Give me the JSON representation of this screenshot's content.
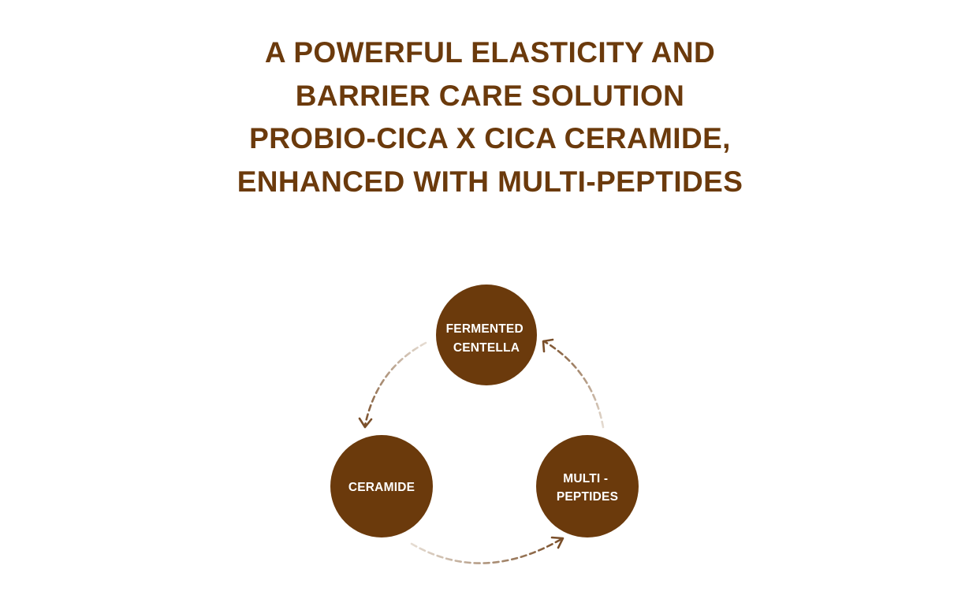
{
  "headline": {
    "lines": [
      "A POWERFUL ELASTICITY AND",
      "BARRIER CARE SOLUTION",
      "PROBIO-CICA X CICA CERAMIDE,",
      "ENHANCED WITH MULTI-PEPTIDES"
    ]
  },
  "diagram": {
    "nodes": [
      {
        "lines": [
          "FERMENTED",
          "CENTELLA"
        ]
      },
      {
        "lines": [
          "CERAMIDE"
        ]
      },
      {
        "lines": [
          "MULTI -",
          "PEPTIDES"
        ]
      }
    ]
  },
  "colors": {
    "brand_brown": "#6b3a0c",
    "arrow_brown": "#7a4f2a",
    "background": "#ffffff"
  },
  "icons": [
    "dashed-cycle-arrow-icon"
  ]
}
